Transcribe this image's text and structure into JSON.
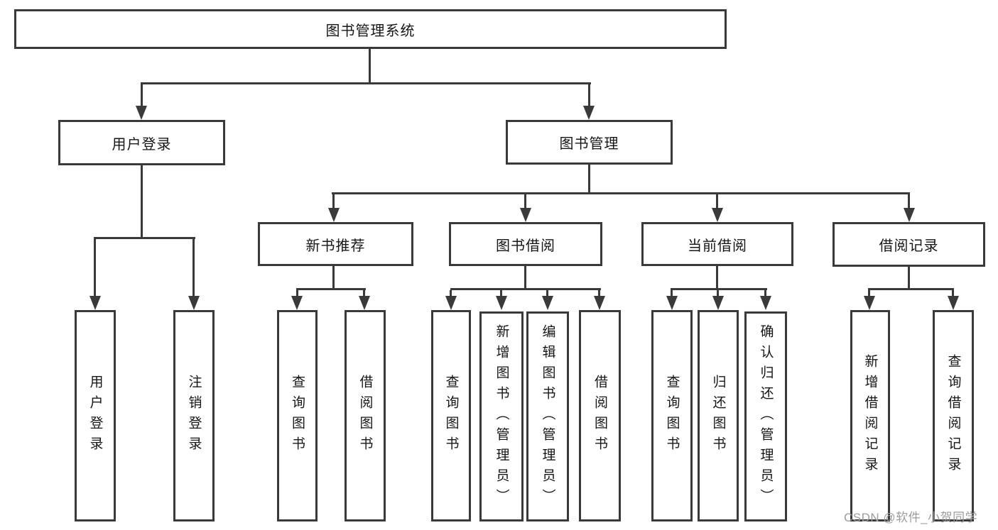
{
  "colors": {
    "line": "#3a3a3a",
    "text": "#161616",
    "box_background": "#ffffff",
    "page_background": "#ffffff",
    "watermark": "#9c9c9c"
  },
  "diagram": {
    "root": {
      "label": "图书管理系统"
    },
    "level2": {
      "user_login": {
        "label": "用户登录",
        "children": [
          {
            "label": "用户登录"
          },
          {
            "label": "注销登录"
          }
        ]
      },
      "book_mgmt": {
        "label": "图书管理",
        "children": [
          {
            "label": "新书推荐",
            "children": [
              {
                "label": "查询图书"
              },
              {
                "label": "借阅图书"
              }
            ]
          },
          {
            "label": "图书借阅",
            "children": [
              {
                "label": "查询图书"
              },
              {
                "label": "新增图书（管理员）"
              },
              {
                "label": "编辑图书（管理员）"
              },
              {
                "label": "借阅图书"
              }
            ]
          },
          {
            "label": "当前借阅",
            "children": [
              {
                "label": "查询图书"
              },
              {
                "label": "归还图书"
              },
              {
                "label": "确认归还（管理员）"
              }
            ]
          },
          {
            "label": "借阅记录",
            "children": [
              {
                "label": "新增借阅记录"
              },
              {
                "label": "查询借阅记录"
              }
            ]
          }
        ]
      }
    },
    "watermark": {
      "text": "CSDN @软件_小贺同学"
    }
  }
}
